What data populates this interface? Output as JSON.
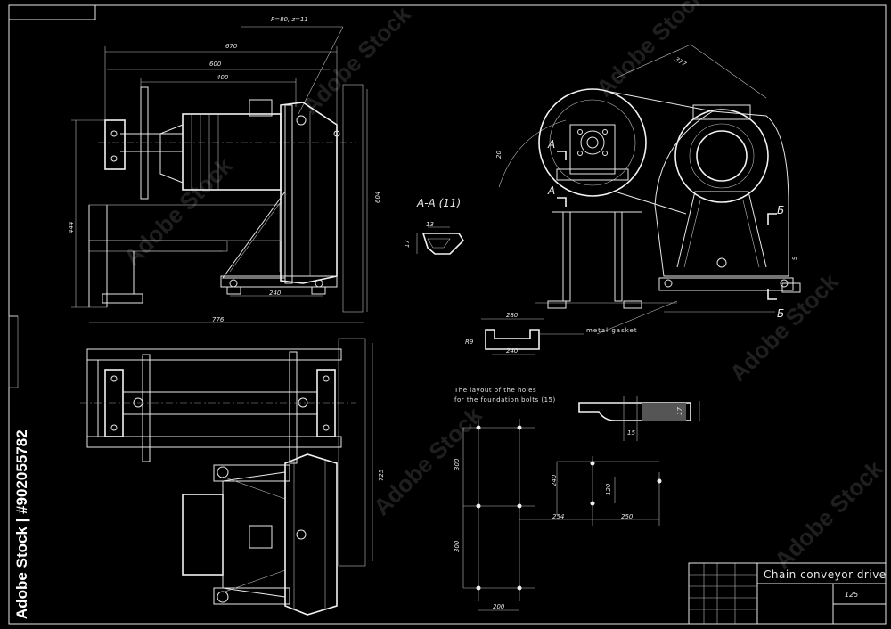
{
  "title_block": {
    "title": "Chain conveyor drive",
    "sheet_number": "125"
  },
  "section": {
    "label": "A-A (11)",
    "marker_a": "A",
    "marker_b": "Б"
  },
  "notes": {
    "gasket": "metal gasket",
    "holes_line1": "The layout of the holes",
    "holes_line2": "for the foundation bolts (15)"
  },
  "dimensions": {
    "chain_spec": "P=80, z=11",
    "d670": "670",
    "d600": "600",
    "d400": "400",
    "d444": "444",
    "d604": "604",
    "d240_side": "240",
    "d776": "776",
    "d725": "725",
    "d377": "377",
    "d20": "20",
    "d13": "13",
    "d17_section": "17",
    "d9": "9",
    "d280": "280",
    "r9": "R9",
    "d240_gasket": "240",
    "d17_plate": "17",
    "d15": "15",
    "d300_top": "300",
    "d300_bottom": "300",
    "d240_holes": "240",
    "d120": "120",
    "d254": "254",
    "d250": "250",
    "d200": "200"
  },
  "stock": {
    "watermark": "Adobe Stock",
    "side_id": "Adobe Stock | #902055782"
  }
}
